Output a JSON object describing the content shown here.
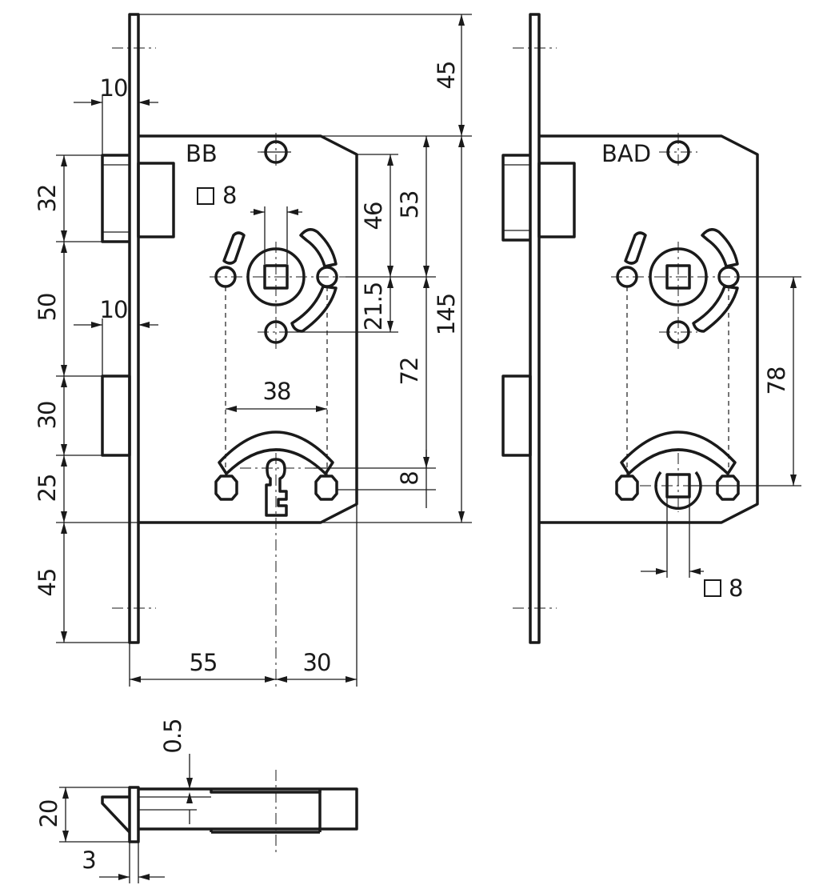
{
  "front_view_bb": {
    "variant_label": "BB",
    "spindle_label": "8",
    "dim_forend_top": "45",
    "dim_total_height": "145",
    "dim_spindle_to_top": "53",
    "dim_top_to_spindle_inner": "46",
    "dim_spindle_to_screw": "21.5",
    "dim_spindle_to_keyhole": "72",
    "dim_keyhole_offset": "8",
    "dim_fixing_holes_spacing": "38",
    "dim_backset": "55",
    "dim_body_front": "30",
    "dim_latch_offset_top": "10",
    "dim_latch_height": "32",
    "dim_latch_to_bolt": "50",
    "dim_bolt_offset": "10",
    "dim_bolt_height": "30",
    "dim_bolt_to_body_bottom": "25",
    "dim_forend_bottom": "45"
  },
  "front_view_bad": {
    "variant_label": "BAD",
    "spindle_label": "8",
    "dim_spindle_to_turn": "78"
  },
  "side_view": {
    "dim_plate_offset": "0.5",
    "dim_forend_width": "20",
    "dim_forend_thickness": "3"
  }
}
